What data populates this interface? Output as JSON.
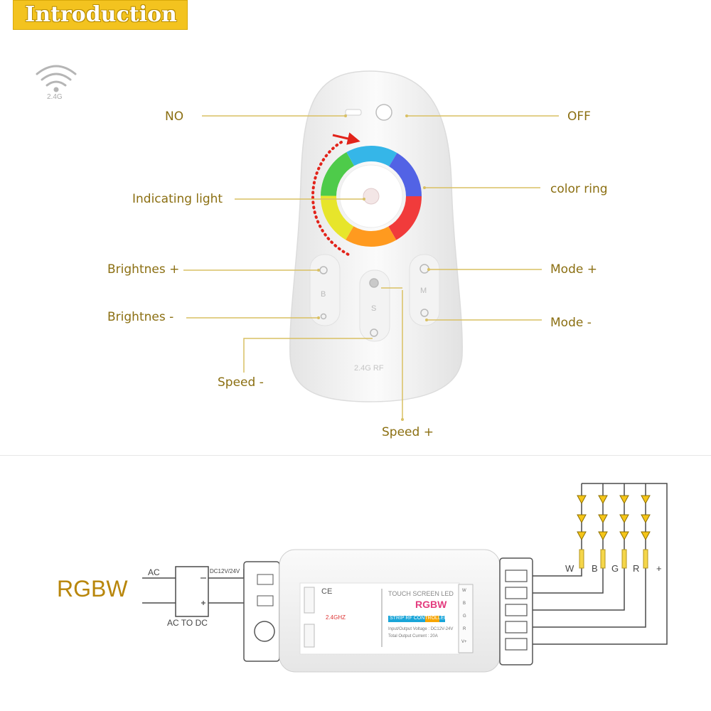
{
  "banner": {
    "title": "Introduction"
  },
  "wifi": {
    "label": "2.4G"
  },
  "remote": {
    "labels": {
      "no": "NO",
      "off": "OFF",
      "indicating_light": "Indicating light",
      "color_ring": "color ring",
      "brightness_plus": "Brightnes +",
      "brightness_minus": "Brightnes -",
      "mode_plus": "Mode +",
      "mode_minus": "Mode -",
      "speed_minus": "Speed -",
      "speed_plus": "Speed +"
    },
    "button_letters": {
      "b": "B",
      "s": "S",
      "m": "M"
    },
    "brand": "2.4G RF"
  },
  "wiring": {
    "title": "RGBW",
    "ac": "AC",
    "dc": "DC12V/24V",
    "converter": "AC TO DC",
    "channels": [
      "W",
      "B",
      "G",
      "R",
      "+"
    ]
  },
  "controller": {
    "line1": "TOUCH SCREEN LED",
    "line2": "RGBW",
    "line3": "STRIP RF CONTROLLER",
    "spec1": "Input/Output Voltage : DC12V-24V",
    "spec2": "Total Output Current : 20A",
    "freq": "2.4GHZ",
    "ce": "CE",
    "terminals": [
      "W",
      "B",
      "G",
      "R",
      "V+"
    ]
  },
  "colors": {
    "accent": "#f3c31f",
    "label": "#8b6f12",
    "line": "#d9c063",
    "wire": "#4a4a4a",
    "led": "#f5c518"
  }
}
